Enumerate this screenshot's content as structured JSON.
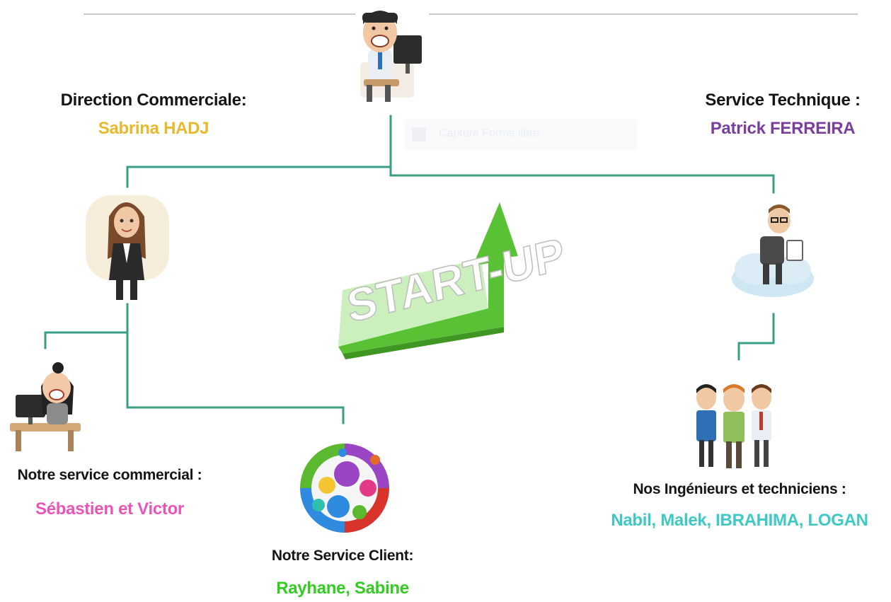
{
  "colors": {
    "connector": "#3a9e86",
    "top_rule": "#c8c8c8",
    "direction_name": "#e8b92c",
    "technique_name": "#7a3f9c",
    "commercial_name": "#e855b8",
    "client_name": "#33cc22",
    "ingenieurs_name": "#3ec9c4",
    "arrow_green": "#58c234",
    "arrow_text": "#ffffff"
  },
  "icons": {
    "boss": "businessman-at-computer-icon",
    "direction": "businesswoman-icon",
    "technique": "man-on-cloud-with-tablet-icon",
    "commercial": "woman-at-computer-icon",
    "client": "social-media-bubbles-icon",
    "ingenieurs": "three-men-team-icon",
    "startup": "startup-growth-arrow-icon"
  },
  "nodes": {
    "direction": {
      "role": "Direction Commerciale:",
      "name": "Sabrina HADJ"
    },
    "technique": {
      "role": "Service Technique :",
      "name": "Patrick FERREIRA"
    },
    "commercial": {
      "role": "Notre service commercial :",
      "name": "Sébastien et Victor"
    },
    "client": {
      "role": "Notre Service Client:",
      "name": "Rayhane, Sabine"
    },
    "ingenieurs": {
      "role": "Nos Ingénieurs et techniciens :",
      "name": "Nabil, Malek, IBRAHIMA, LOGAN"
    }
  },
  "center_image_text": "START-UP",
  "watermark_text": "Capture Forme libre"
}
